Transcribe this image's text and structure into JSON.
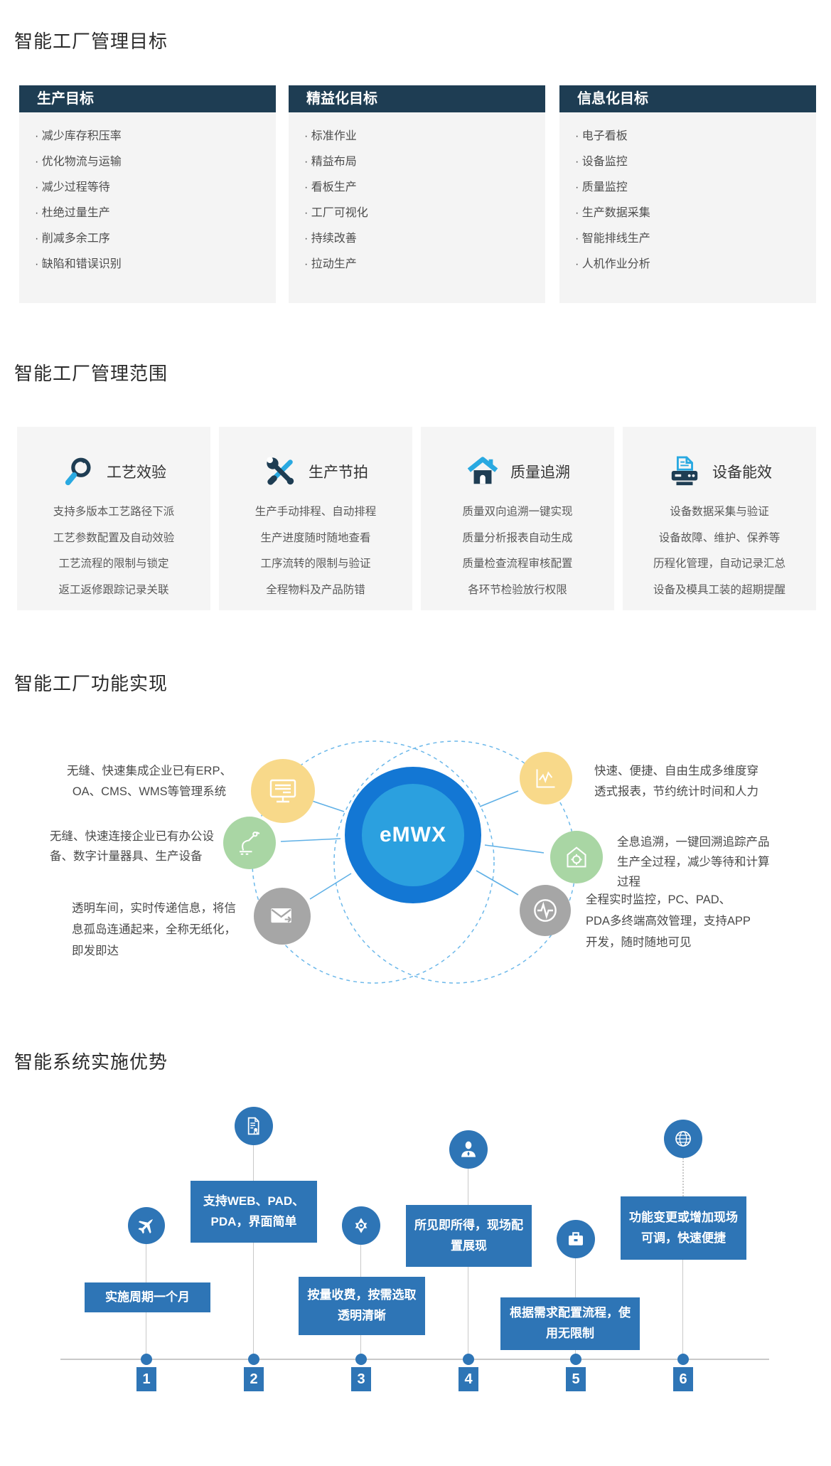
{
  "colors": {
    "header_navy": "#1e3d53",
    "accent_light_blue": "#29a9e1",
    "panel_gray": "#f4f4f4",
    "hub_ring_blue": "#1377d4",
    "hub_inner_blue": "#2ba0df",
    "orbit_dash_blue": "#6cb8ea",
    "node_yellow": "#f8d98a",
    "node_green": "#a9d6a4",
    "node_gray": "#a6a6a6",
    "timeline_blue": "#2e75b6"
  },
  "sections": {
    "goals": {
      "title": "智能工厂管理目标",
      "columns": [
        {
          "header": "生产目标",
          "items": [
            "减少库存积压率",
            "优化物流与运输",
            "减少过程等待",
            "杜绝过量生产",
            "削减多余工序",
            "缺陷和错误识别"
          ]
        },
        {
          "header": "精益化目标",
          "items": [
            "标准作业",
            "精益布局",
            "看板生产",
            "工厂可视化",
            "持续改善",
            "拉动生产"
          ]
        },
        {
          "header": "信息化目标",
          "items": [
            "电子看板",
            "设备监控",
            "质量监控",
            "生产数据采集",
            "智能排线生产",
            "人机作业分析"
          ]
        }
      ]
    },
    "scope": {
      "title": "智能工厂管理范围",
      "cards": [
        {
          "icon": "magnifier-icon",
          "title": "工艺效验",
          "items": [
            "支持多版本工艺路径下派",
            "工艺参数配置及自动效验",
            "工艺流程的限制与锁定",
            "返工返修跟踪记录关联"
          ]
        },
        {
          "icon": "tools-icon",
          "title": "生产节拍",
          "items": [
            "生产手动排程、自动排程",
            "生产进度随时随地查看",
            "工序流转的限制与验证",
            "全程物料及产品防错"
          ]
        },
        {
          "icon": "house-icon",
          "title": "质量追溯",
          "items": [
            "质量双向追溯一键实现",
            "质量分析报表自动生成",
            "质量检查流程审核配置",
            "各环节检验放行权限"
          ]
        },
        {
          "icon": "printer-icon",
          "title": "设备能效",
          "items": [
            "设备数据采集与验证",
            "设备故障、维护、保养等",
            "历程化管理，自动记录汇总",
            "设备及模具工装的超期提醒"
          ]
        }
      ]
    },
    "functions": {
      "title": "智能工厂功能实现",
      "center_label": "eMWX",
      "nodes": [
        {
          "icon": "monitor-icon",
          "text": "无缝、快速集成企业已有ERP、OA、CMS、WMS等管理系统"
        },
        {
          "icon": "robot-arm-icon",
          "text": "无缝、快速连接企业已有办公设备、数字计量器具、生产设备"
        },
        {
          "icon": "mail-forward-icon",
          "text": "透明车间，实时传递信息，将信息孤岛连通起来，全称无纸化，即发即达"
        },
        {
          "icon": "report-chart-icon",
          "text": "快速、便捷、自由生成多维度穿透式报表，节约统计时间和人力"
        },
        {
          "icon": "trace-house-icon",
          "text": "全息追溯，一键回溯追踪产品生产全过程，减少等待和计算过程"
        },
        {
          "icon": "pulse-icon",
          "text": "全程实时监控，PC、PAD、PDA多终端高效管理，支持APP开发，随时随地可见"
        }
      ]
    },
    "advantages": {
      "title": "智能系统实施优势",
      "steps": [
        {
          "number": "1",
          "icon": "plane-icon",
          "label": "实施周期一个月"
        },
        {
          "number": "2",
          "icon": "certificate-icon",
          "label": "支持WEB、PAD、PDA，界面简单"
        },
        {
          "number": "3",
          "icon": "badge-icon",
          "label": "按量收费，按需选取透明清晰"
        },
        {
          "number": "4",
          "icon": "person-icon",
          "label": "所见即所得，现场配置展现"
        },
        {
          "number": "5",
          "icon": "briefcase-icon",
          "label": "根据需求配置流程，使用无限制"
        },
        {
          "number": "6",
          "icon": "globe-icon",
          "label": "功能变更或增加现场可调，快速便捷"
        }
      ]
    }
  }
}
